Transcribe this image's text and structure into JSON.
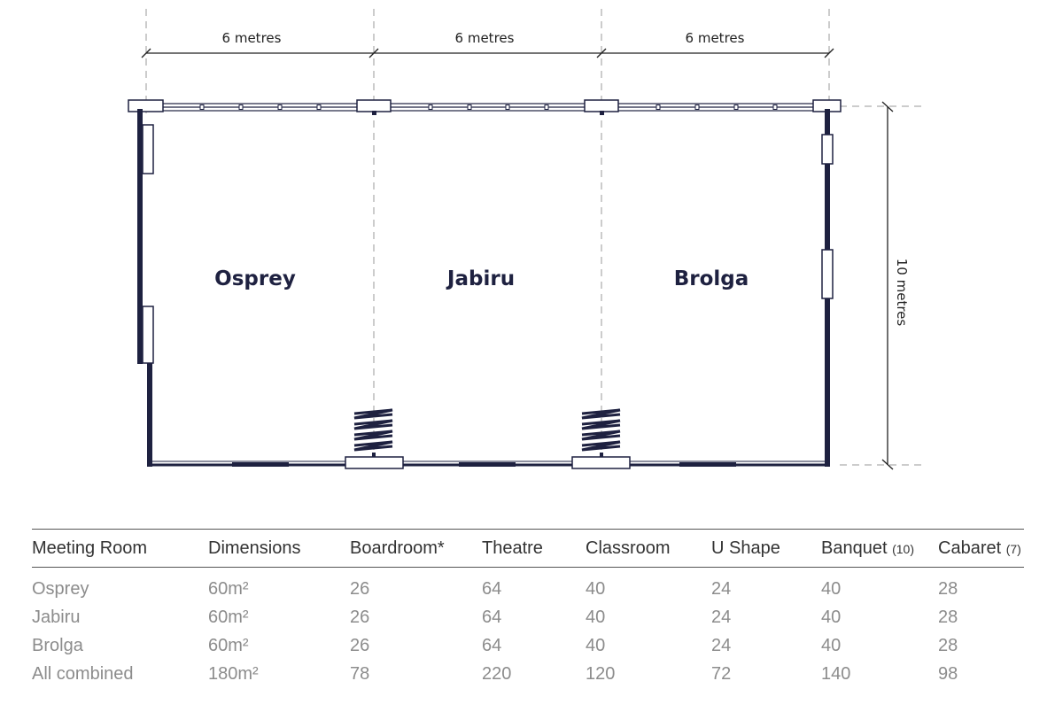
{
  "plan": {
    "dimensions": {
      "width_segments": [
        "6 metres",
        "6 metres",
        "6 metres"
      ],
      "height": "10 metres"
    },
    "rooms": [
      "Osprey",
      "Jabiru",
      "Brolga"
    ]
  },
  "colors": {
    "wall": "#1e2140",
    "guide": "#999999",
    "text": "#222222",
    "table_header": "#333333",
    "table_cell": "#8c8c8c"
  },
  "table": {
    "headers": [
      {
        "label": "Meeting Room",
        "suffix": ""
      },
      {
        "label": "Dimensions",
        "suffix": ""
      },
      {
        "label": "Boardroom*",
        "suffix": ""
      },
      {
        "label": "Theatre",
        "suffix": ""
      },
      {
        "label": "Classroom",
        "suffix": ""
      },
      {
        "label": "U Shape",
        "suffix": ""
      },
      {
        "label": "Banquet",
        "suffix": "(10)"
      },
      {
        "label": "Cabaret",
        "suffix": "(7)"
      }
    ],
    "rows": [
      [
        "Osprey",
        "60m²",
        "26",
        "64",
        "40",
        "24",
        "40",
        "28"
      ],
      [
        "Jabiru",
        "60m²",
        "26",
        "64",
        "40",
        "24",
        "40",
        "28"
      ],
      [
        "Brolga",
        "60m²",
        "26",
        "64",
        "40",
        "24",
        "40",
        "28"
      ],
      [
        "All combined",
        "180m²",
        "78",
        "220",
        "120",
        "72",
        "140",
        "98"
      ]
    ]
  }
}
